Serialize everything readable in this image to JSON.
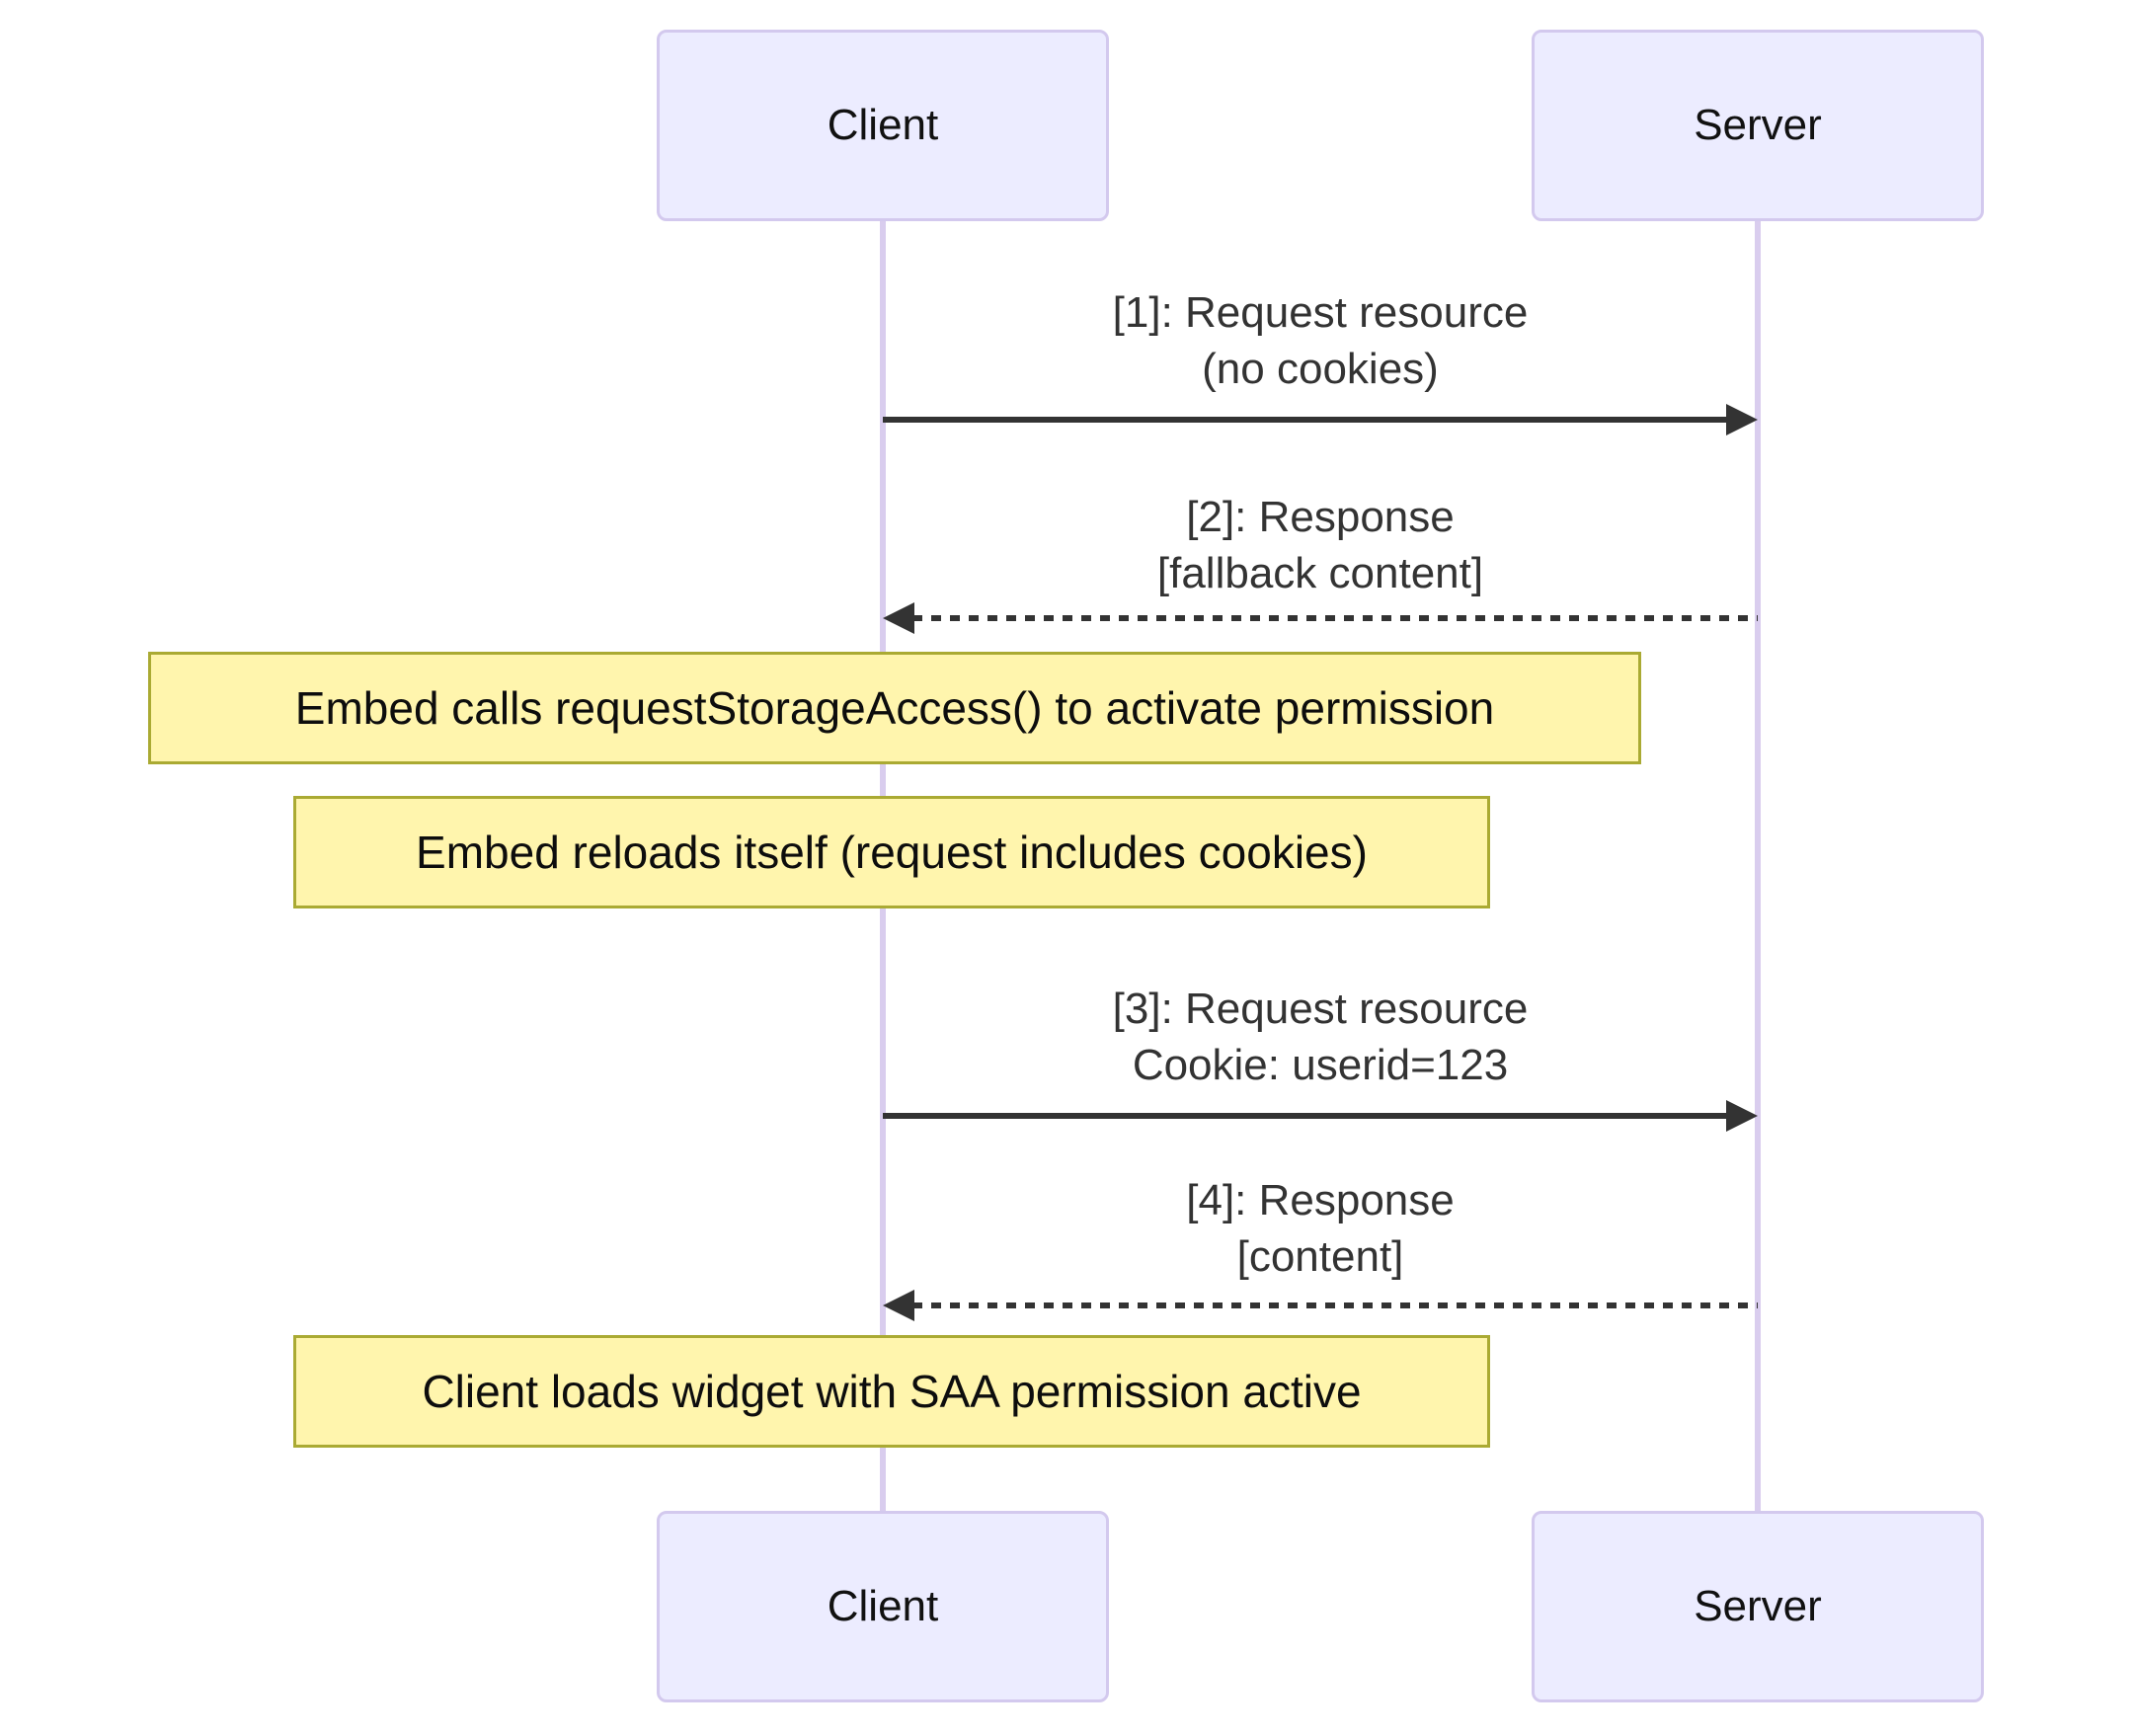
{
  "actors": [
    {
      "id": "client",
      "label": "Client"
    },
    {
      "id": "server",
      "label": "Server"
    }
  ],
  "messages": [
    {
      "lines": [
        "[1]: Request resource",
        "(no cookies)"
      ],
      "from": "Client",
      "to": "Server",
      "line_style": "solid"
    },
    {
      "lines": [
        "[2]: Response",
        "[fallback content]"
      ],
      "from": "Server",
      "to": "Client",
      "line_style": "dotted"
    },
    {
      "lines": [
        "[3]: Request resource",
        "Cookie: userid=123"
      ],
      "from": "Client",
      "to": "Server",
      "line_style": "solid"
    },
    {
      "lines": [
        "[4]: Response",
        "[content]"
      ],
      "from": "Server",
      "to": "Client",
      "line_style": "dotted"
    }
  ],
  "notes": [
    {
      "text": "Embed calls requestStorageAccess() to activate permission",
      "over": "Client"
    },
    {
      "text": "Embed reloads itself (request includes cookies)",
      "over": "Client"
    },
    {
      "text": "Client loads widget with SAA permission active",
      "over": "Client"
    }
  ],
  "colors": {
    "background": "#ffffff",
    "actor_fill": "#ECECFF",
    "actor_border": "#D3C9EE",
    "lifeline": "#D9CDEE",
    "message_text": "#333333",
    "arrow": "#333333",
    "note_fill": "#FFF5AD",
    "note_border": "#AAAA33",
    "note_text": "#0d0d0d"
  }
}
